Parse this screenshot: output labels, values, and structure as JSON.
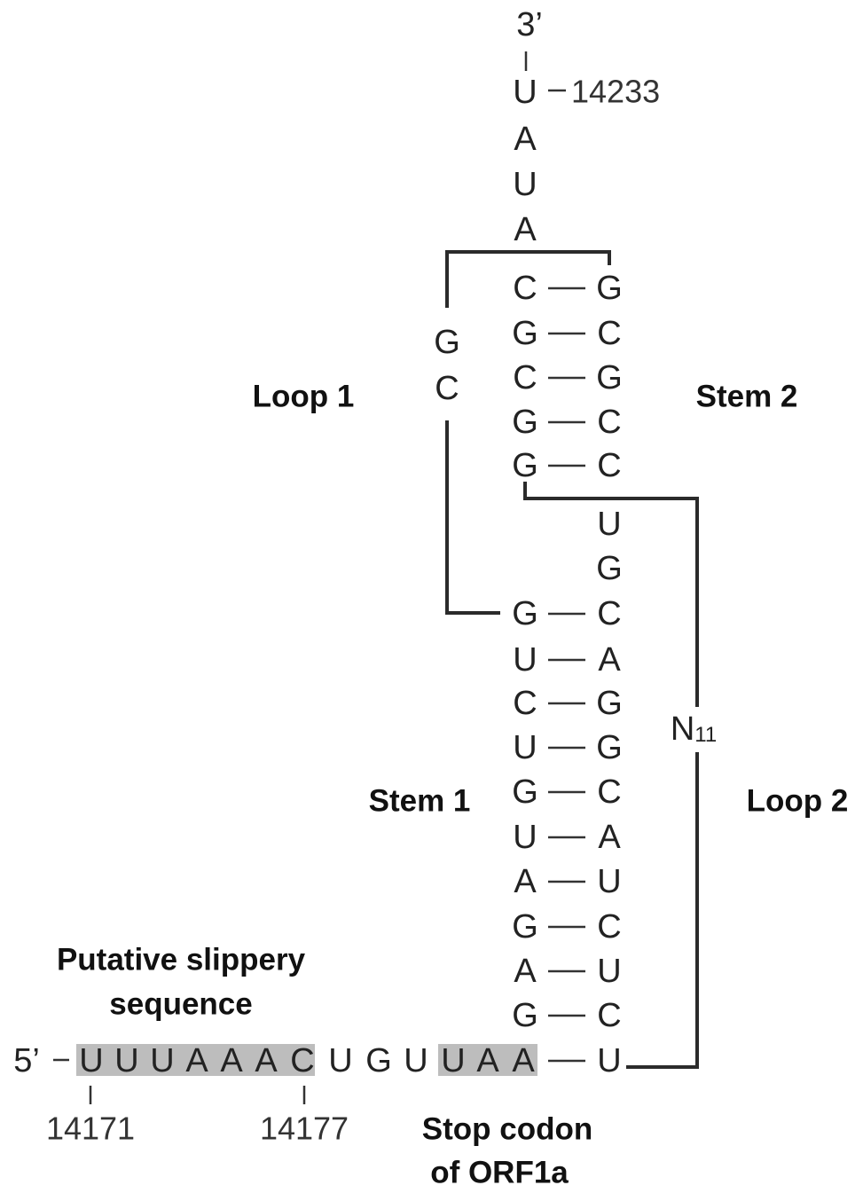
{
  "three_prime_label": "3’",
  "five_prime_label": "5’",
  "top_position": "14233",
  "top_strand": [
    "U",
    "A",
    "U",
    "A"
  ],
  "stem2_pairs": [
    [
      "C",
      "G"
    ],
    [
      "G",
      "C"
    ],
    [
      "C",
      "G"
    ],
    [
      "G",
      "C"
    ],
    [
      "G",
      "C"
    ]
  ],
  "loop1_bases": [
    "G",
    "C"
  ],
  "loop2_bases": [
    "U",
    "G"
  ],
  "stem1_pairs": [
    [
      "G",
      "C"
    ],
    [
      "U",
      "A"
    ],
    [
      "C",
      "G"
    ],
    [
      "U",
      "G"
    ],
    [
      "G",
      "C"
    ],
    [
      "U",
      "A"
    ],
    [
      "A",
      "U"
    ],
    [
      "G",
      "C"
    ],
    [
      "A",
      "U"
    ],
    [
      "G",
      "C"
    ]
  ],
  "bottom_strand": [
    "U",
    "U",
    "U",
    "A",
    "A",
    "A",
    "C",
    "U",
    "G",
    "U",
    "U",
    "A",
    "A"
  ],
  "closing_pair": [
    "A",
    "U"
  ],
  "n_label": {
    "base": "N",
    "subscript": "11"
  },
  "position_14171": "14171",
  "position_14177": "14177",
  "labels": {
    "loop1": "Loop 1",
    "stem2": "Stem 2",
    "stem1": "Stem 1",
    "loop2": "Loop 2",
    "slippery_line1": "Putative slippery",
    "slippery_line2": "sequence",
    "stop_line1": "Stop codon",
    "stop_line2": "of ORF1a"
  },
  "highlight_color": "#bdbdbd"
}
